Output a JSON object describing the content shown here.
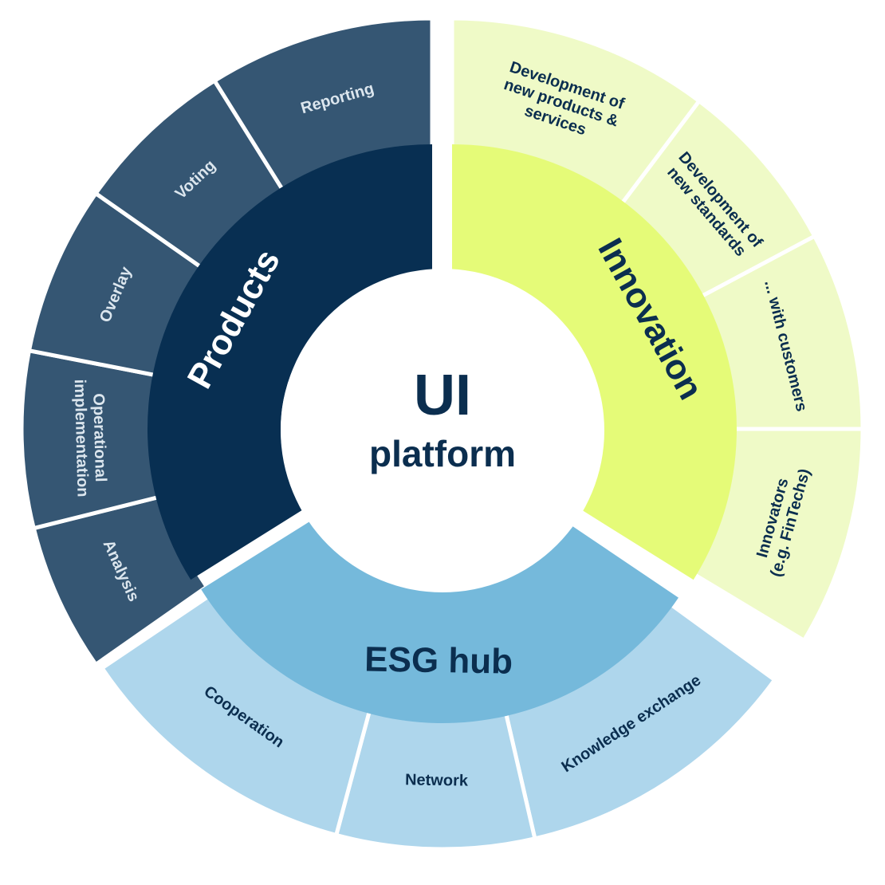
{
  "center": {
    "title": "UI",
    "subtitle": "platform"
  },
  "colors": {
    "products_inner": "#082f52",
    "products_outer": "#355673",
    "products_text": "#dce6ee",
    "innovation_inner": "#e5fb78",
    "innovation_outer": "#effac7",
    "innovation_text": "#0b2e4f",
    "esg_inner": "#75b9db",
    "esg_outer": "#aed6ec",
    "esg_text": "#0b2e4f",
    "center_text": "#0b2e4f"
  },
  "sectors": {
    "products": {
      "label": "Products",
      "items": [
        {
          "label": "Analysis"
        },
        {
          "label": "Operational implementation"
        },
        {
          "label": "Overlay"
        },
        {
          "label": "Voting"
        },
        {
          "label": "Reporting"
        }
      ]
    },
    "innovation": {
      "label": "Innovation",
      "items": [
        {
          "label": "Development of new products & services"
        },
        {
          "label": "Development of new standards"
        },
        {
          "label": "... with customers"
        },
        {
          "label": "Innovators (e.g. FinTechs)"
        }
      ]
    },
    "esg": {
      "label": "ESG hub",
      "items": [
        {
          "label": "Knowledge exchange"
        },
        {
          "label": "Network"
        },
        {
          "label": "Cooperation"
        }
      ]
    }
  }
}
